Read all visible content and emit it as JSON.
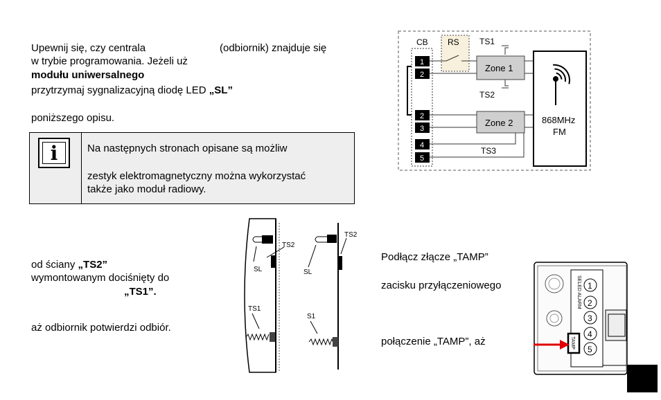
{
  "left_top": {
    "line1a": "Upewnij się, czy centrala",
    "line1b": "(odbiornik) znajduje się",
    "line2": "w trybie programowania. Jeżeli uż",
    "line3": "modułu uniwersalnego",
    "line4a": "przytrzymaj sygnalizacyjną diodę LED ",
    "line4b": "„SL”",
    "line5": "poniższego opisu."
  },
  "note": {
    "icon": "info-icon",
    "line1": "Na następnych stronach opisane są możliw",
    "line2": "zestyk elektromagnetyczny można wykorzystać",
    "line3": "także jako moduł radiowy."
  },
  "left_bottom": {
    "line1a": "od ściany ",
    "line1b": "„TS2”",
    "line2": "wymontowanym dociśnięty do",
    "line3": "„TS1”.",
    "line4": "aż odbiornik potwierdzi odbiór."
  },
  "right_bottom": {
    "line1": "Podłącz złącze „TAMP”",
    "line2": "zacisku przyłączeniowego",
    "line3": "połączenie „TAMP”, aż"
  },
  "schematic": {
    "cb": "CB",
    "rs": "RS",
    "ts1": "TS1",
    "ts2": "TS2",
    "ts3": "TS3",
    "zone1": "Zone 1",
    "zone2": "Zone 2",
    "freq": "868MHz",
    "mod": "FM",
    "terms": [
      "1",
      "2",
      "2",
      "3",
      "4",
      "5"
    ]
  },
  "side_view": {
    "ts2_a": "TS2",
    "sl_a": "SL",
    "ts1_a": "TS1",
    "ts2_b": "TS2",
    "sl_b": "SL",
    "s1_b": "S1"
  },
  "terminal_photo": {
    "numbers": [
      "1",
      "2",
      "3",
      "4",
      "5"
    ],
    "tamp_label": "TAMP",
    "strip_label": "SELED ALARM"
  }
}
